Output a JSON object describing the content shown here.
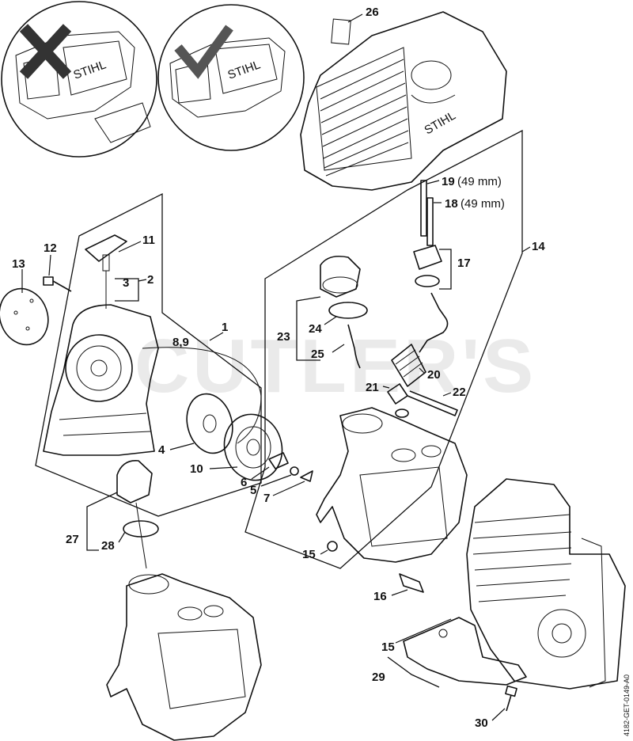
{
  "diagram": {
    "drawing_code": "4182-GET-0149-A0",
    "watermark": "CUTLER'S",
    "brand_mark": "STIHL",
    "callouts": {
      "c1": "1",
      "c2": "2",
      "c3": "3",
      "c4": "4",
      "c5": "5",
      "c6": "6",
      "c7": "7",
      "c89": "8,9",
      "c10": "10",
      "c11": "11",
      "c12": "12",
      "c13": "13",
      "c14": "14",
      "c15a": "15",
      "c15b": "15",
      "c16": "16",
      "c17": "17",
      "c18": "18",
      "c18_size": "(49 mm)",
      "c19": "19",
      "c19_size": "(49 mm)",
      "c20": "20",
      "c21": "21",
      "c22": "22",
      "c23": "23",
      "c24": "24",
      "c25": "25",
      "c26": "26",
      "c27": "27",
      "c28": "28",
      "c29": "29",
      "c30": "30"
    }
  }
}
